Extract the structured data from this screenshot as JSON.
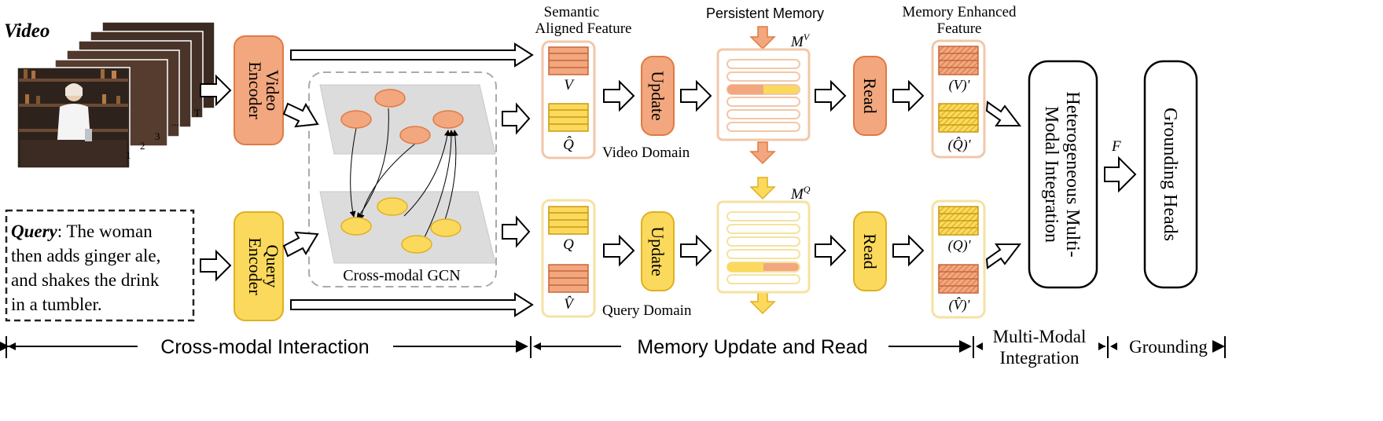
{
  "video": {
    "label": "Video",
    "frame_numbers": [
      "1",
      "2",
      "3",
      "...",
      "T"
    ]
  },
  "query": {
    "label": "Query",
    "text_line1": ": The woman",
    "text_line2": "then adds ginger ale,",
    "text_line3": "and shakes the drink",
    "text_line4": "in a tumbler."
  },
  "encoders": {
    "video_line1": "Video",
    "video_line2": "Encoder",
    "query_line1": "Query",
    "query_line2": "Encoder"
  },
  "gcn": {
    "label": "Cross-modal GCN"
  },
  "semantic": {
    "title_line1": "Semantic",
    "title_line2": "Aligned Feature",
    "video_feat": "V",
    "video_hat": "Q̂",
    "video_domain": "Video Domain",
    "query_feat": "Q",
    "query_hat": "V̂",
    "query_domain": "Query Domain"
  },
  "update": {
    "label": "Update"
  },
  "memory": {
    "title": "Persistent Memory",
    "mv": "M",
    "mv_sup": "V",
    "mq": "M",
    "mq_sup": "Q"
  },
  "read": {
    "label": "Read"
  },
  "enhanced": {
    "title_line1": "Memory Enhanced",
    "title_line2": "Feature",
    "v_prime": "(V)'",
    "qhat_prime": "(Q̂)'",
    "q_prime": "(Q)'",
    "vhat_prime": "(V̂)'"
  },
  "integration": {
    "line1": "Heterogeneous Multi-",
    "line2": "Modal Integration"
  },
  "f_label": "F",
  "grounding": {
    "label": "Grounding Heads"
  },
  "stages": {
    "cross_modal": "Cross-modal Interaction",
    "memory": "Memory Update and Read",
    "multimodal_line1": "Multi-Modal",
    "multimodal_line2": "Integration",
    "grounding": "Grounding"
  },
  "colors": {
    "orange": "#F2A77E",
    "orange_stroke": "#E07A45",
    "yellow": "#FBD95C",
    "yellow_stroke": "#E0B020",
    "memory_v_border": "#F2C7A8",
    "memory_q_border": "#F5E2A2",
    "gray_plane": "#DCDCDC"
  }
}
